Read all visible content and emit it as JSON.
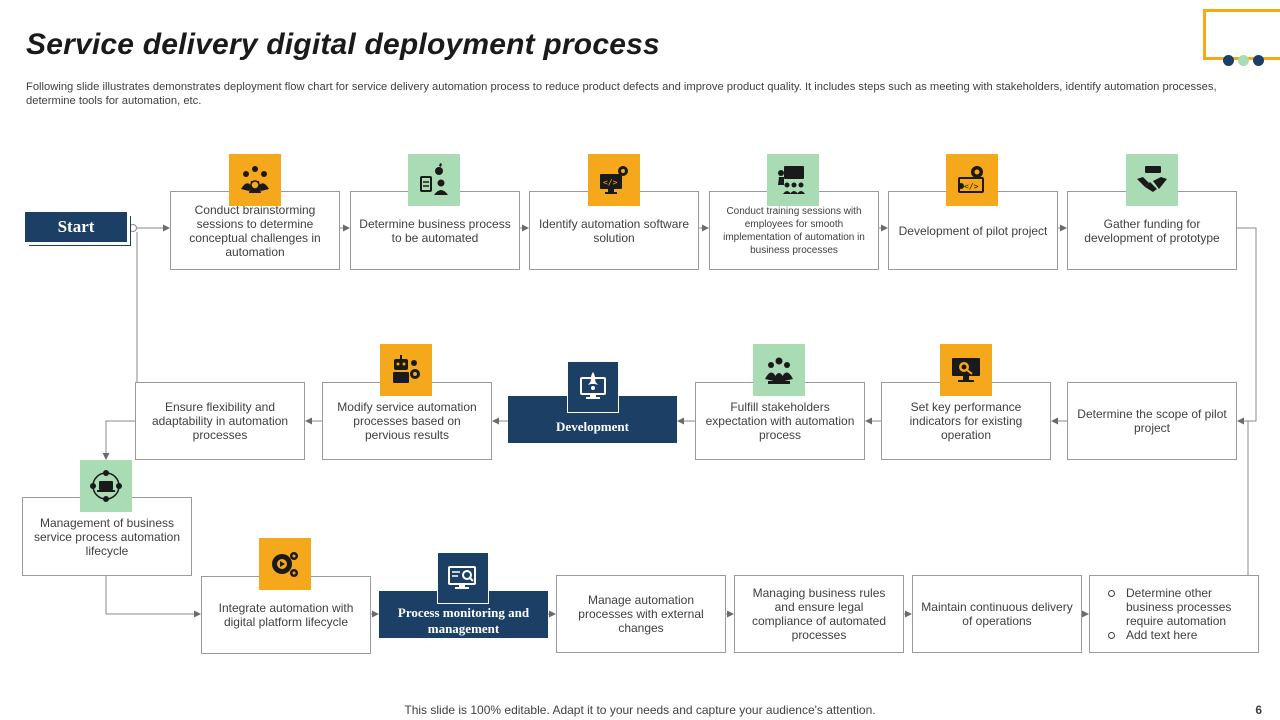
{
  "header": {
    "title": "Service delivery digital deployment process",
    "subtitle": "Following slide illustrates demonstrates deployment flow chart for service delivery automation process to reduce product defects and improve product quality. It includes steps such as meeting with stakeholders, identify automation processes, determine tools for automation, etc."
  },
  "colors": {
    "navy": "#1c3f66",
    "yellow": "#f5a81c",
    "green": "#a9dcb5",
    "border": "#9a9a9a",
    "dot_teal": "#a9dcb5"
  },
  "flow": {
    "start_label": "Start",
    "row1": [
      {
        "text": "Conduct brainstorming sessions to determine conceptual challenges in automation",
        "icon": "team-brainstorm-icon"
      },
      {
        "text": "Determine business process to be automated",
        "icon": "process-user-icon"
      },
      {
        "text": "Identify automation software solution",
        "icon": "code-monitor-gear-icon"
      },
      {
        "text": "Conduct training sessions with employees for smooth implementation of automation in business processes",
        "icon": "training-presentation-icon"
      },
      {
        "text": "Development of pilot project",
        "icon": "code-gear-icon"
      },
      {
        "text": "Gather funding for development of prototype",
        "icon": "handshake-money-icon"
      }
    ],
    "row2": {
      "scope": "Determine the scope of pilot project",
      "kpi": "Set key performance indicators for existing operation",
      "fulfill": "Fulfill stakeholders expectation with automation process",
      "development_label": "Development",
      "modify": "Modify service automation processes based on pervious results",
      "flexibility": "Ensure flexibility and adaptability in automation processes"
    },
    "row3": {
      "management": "Management of business service process automation lifecycle",
      "integrate": "Integrate automation with digital platform lifecycle",
      "monitoring_label": "Process monitoring and management",
      "manage_external": "Manage automation processes with external changes",
      "business_rules": "Managing business rules and ensure legal compliance of automated processes",
      "continuous": "Maintain continuous delivery of operations",
      "list": [
        "Determine other business processes require automation",
        "Add text here"
      ]
    }
  },
  "footer": {
    "text": "This slide is 100% editable. Adapt it to your needs and capture your audience's attention.",
    "page": "6"
  }
}
